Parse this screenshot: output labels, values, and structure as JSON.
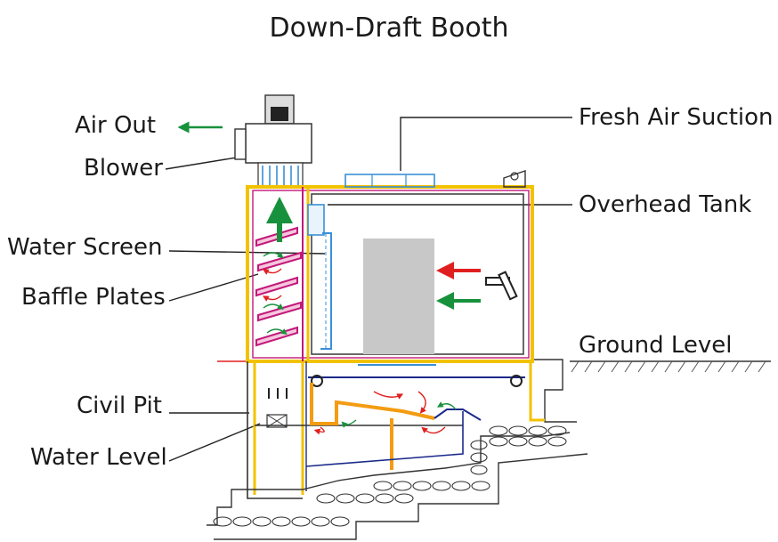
{
  "title": "Down-Draft Booth",
  "labels": {
    "air_out": "Air Out",
    "blower": "Blower",
    "water_screen": "Water Screen",
    "baffle_plates": "Baffle Plates",
    "civil_pit": "Civil Pit",
    "water_level": "Water Level",
    "fresh_air_suction": "Fresh Air Suction",
    "overhead_tank": "Overhead Tank",
    "ground_level": "Ground Level"
  },
  "colors": {
    "structure_yellow": "#f2c200",
    "frame_magenta": "#c2187a",
    "water_blue": "#3a8fd6",
    "airflow_green": "#18913c",
    "airflow_red": "#e02020",
    "pipe_orange": "#f39c12",
    "line_dark": "#222222",
    "floor_navy": "#1b2a8a",
    "painted_object": "#c8c8c8"
  },
  "icons": [
    "air-out-arrow-icon",
    "up-arrow-icon",
    "red-inflow-arrow-icon",
    "green-inflow-arrow-icon",
    "door-handle-icon",
    "motor-icon"
  ]
}
